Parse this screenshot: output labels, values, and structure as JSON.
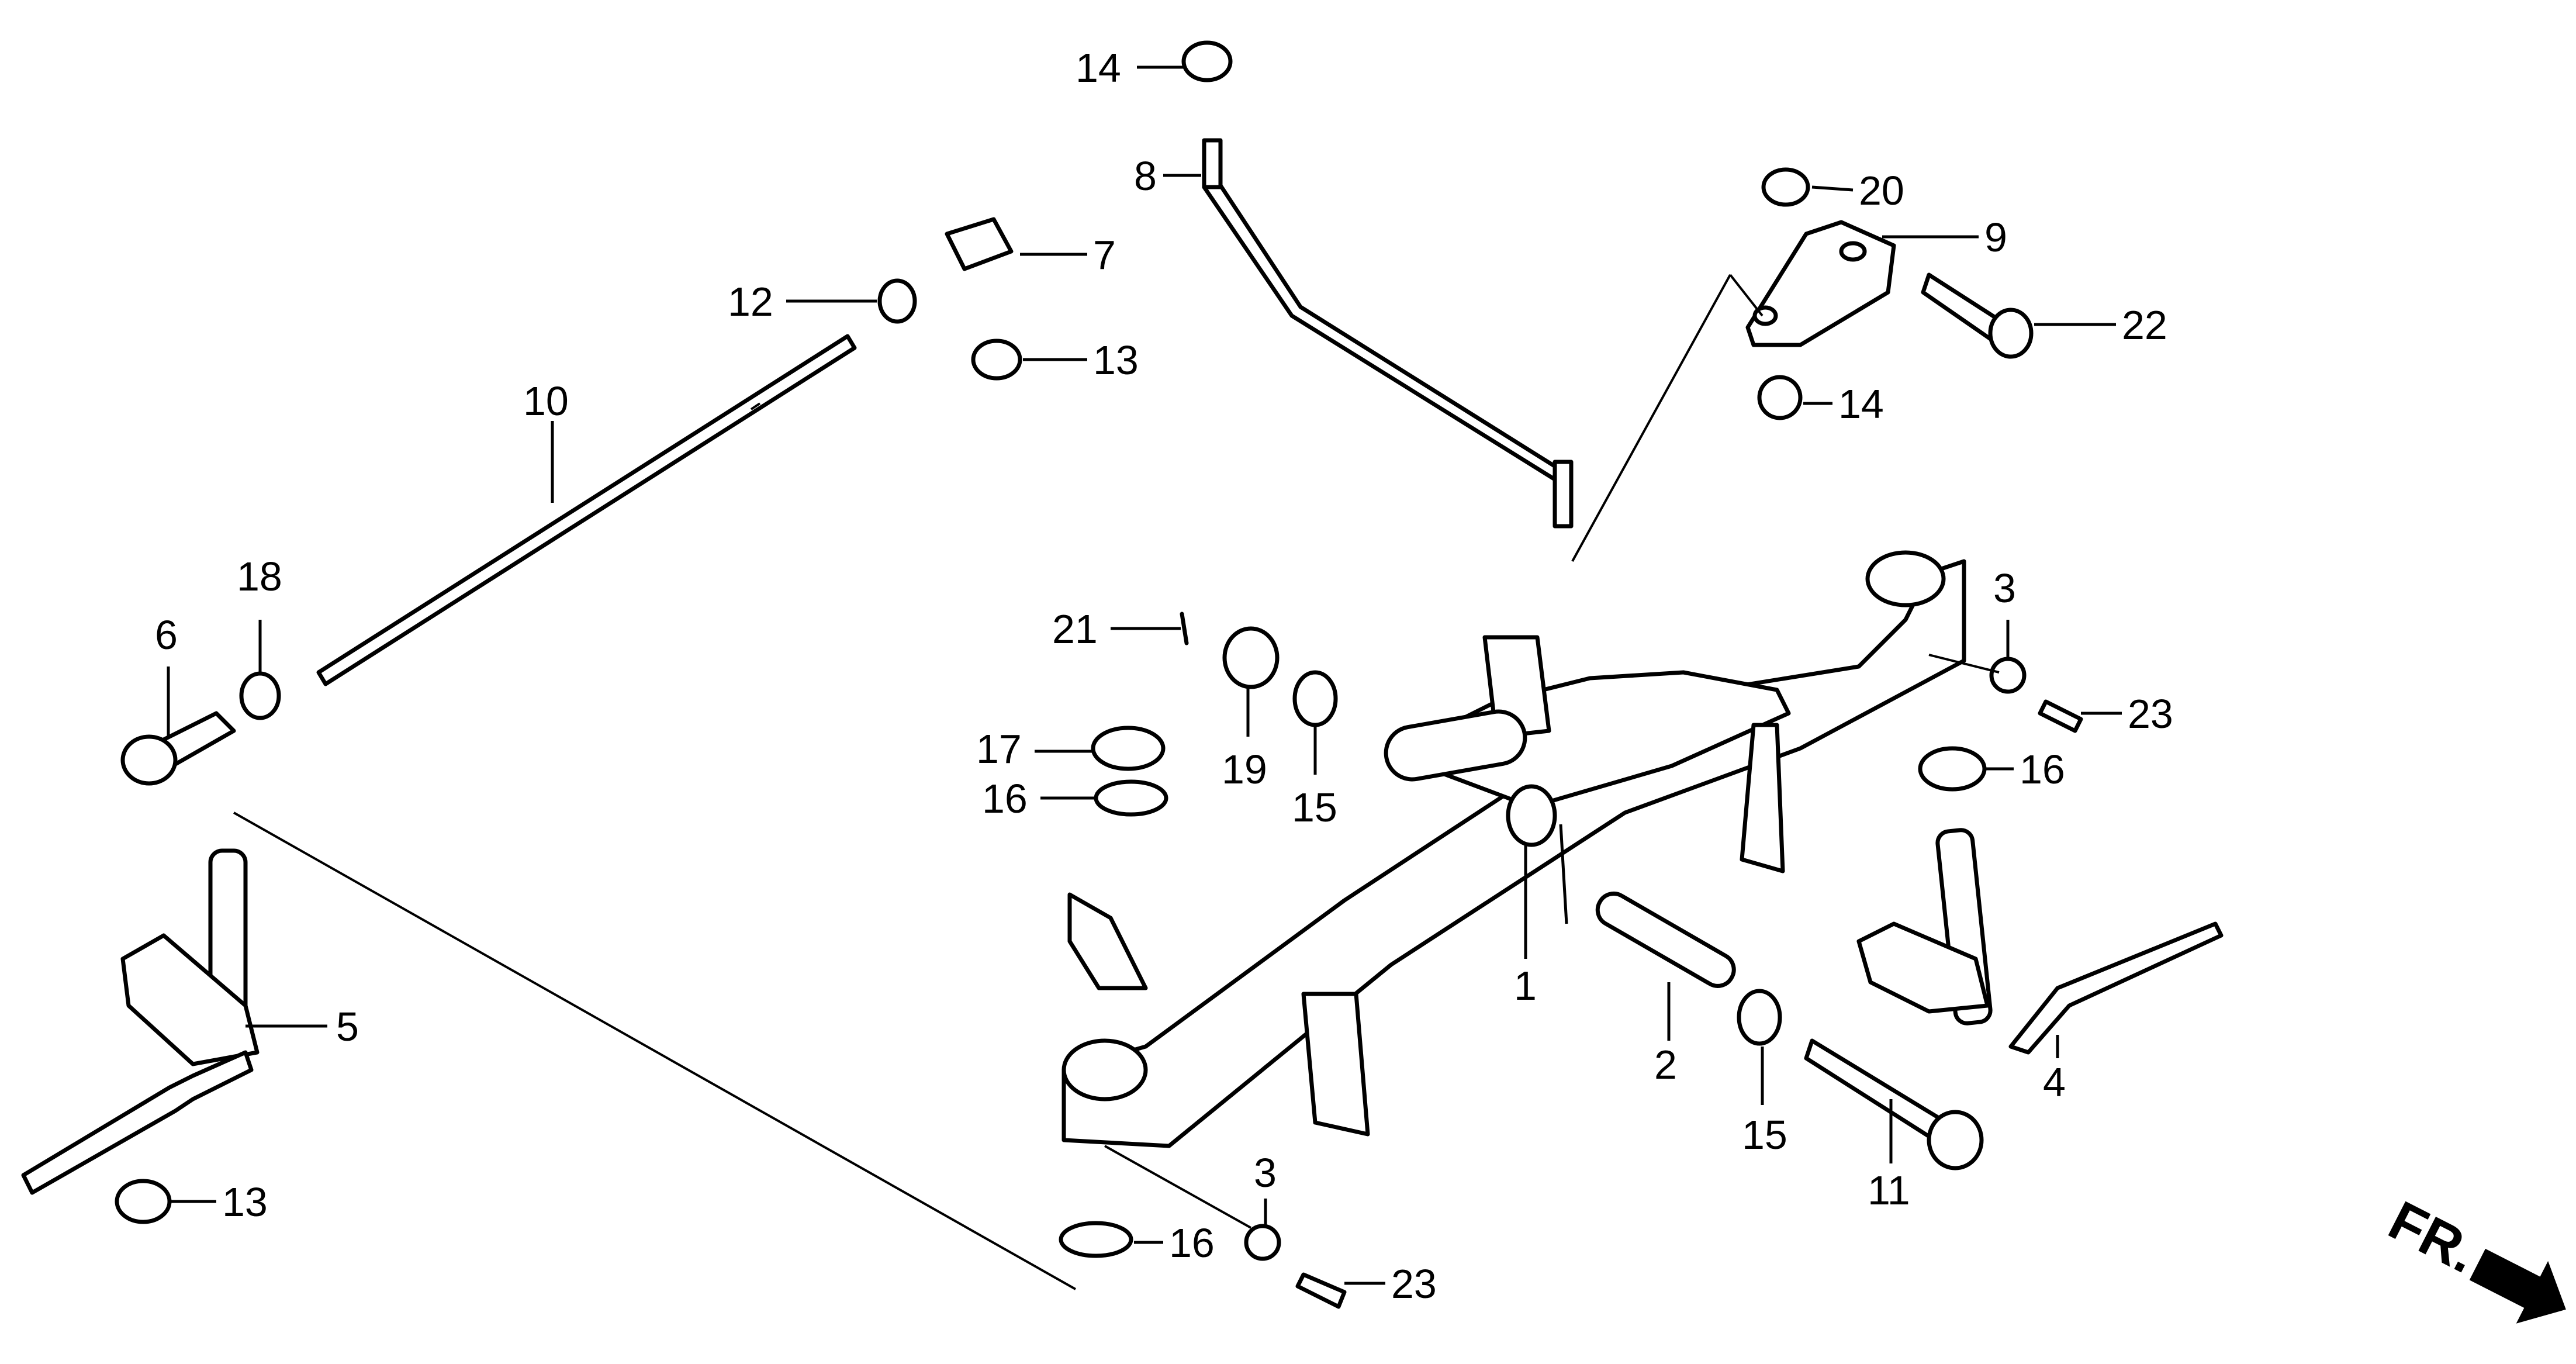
{
  "diagram": {
    "type": "exploded-parts-diagram",
    "subject": "front axle and steering linkage",
    "direction_indicator": {
      "text": "FR.",
      "icon": "arrow-right-down-icon"
    },
    "callouts": [
      {
        "id": "c14a",
        "label": "14",
        "part": "flange-nut"
      },
      {
        "id": "c8",
        "label": "8",
        "part": "steering-rod"
      },
      {
        "id": "c20",
        "label": "20",
        "part": "flange-nut"
      },
      {
        "id": "c9",
        "label": "9",
        "part": "steering-arm"
      },
      {
        "id": "c22",
        "label": "22",
        "part": "flange-bolt"
      },
      {
        "id": "c14b",
        "label": "14",
        "part": "flange-nut"
      },
      {
        "id": "c7",
        "label": "7",
        "part": "ball-joint"
      },
      {
        "id": "c12",
        "label": "12",
        "part": "hex-nut"
      },
      {
        "id": "c13a",
        "label": "13",
        "part": "flange-nut"
      },
      {
        "id": "c10",
        "label": "10",
        "part": "tie-rod"
      },
      {
        "id": "c18",
        "label": "18",
        "part": "hex-nut"
      },
      {
        "id": "c6",
        "label": "6",
        "part": "ball-joint"
      },
      {
        "id": "c21",
        "label": "21",
        "part": "cotter-pin"
      },
      {
        "id": "c19",
        "label": "19",
        "part": "castle-nut"
      },
      {
        "id": "c15a",
        "label": "15",
        "part": "washer"
      },
      {
        "id": "c17",
        "label": "17",
        "part": "lock-washer"
      },
      {
        "id": "c16a",
        "label": "16",
        "part": "washer"
      },
      {
        "id": "c3a",
        "label": "3",
        "part": "washer"
      },
      {
        "id": "c23a",
        "label": "23",
        "part": "grease-nipple"
      },
      {
        "id": "c16b",
        "label": "16",
        "part": "washer"
      },
      {
        "id": "c5",
        "label": "5",
        "part": "left-spindle"
      },
      {
        "id": "c1",
        "label": "1",
        "part": "front-axle"
      },
      {
        "id": "c2",
        "label": "2",
        "part": "pivot-collar"
      },
      {
        "id": "c15b",
        "label": "15",
        "part": "washer"
      },
      {
        "id": "c4",
        "label": "4",
        "part": "right-spindle"
      },
      {
        "id": "c11",
        "label": "11",
        "part": "pivot-bolt"
      },
      {
        "id": "c13b",
        "label": "13",
        "part": "flange-nut"
      },
      {
        "id": "c3b",
        "label": "3",
        "part": "washer"
      },
      {
        "id": "c16c",
        "label": "16",
        "part": "washer"
      },
      {
        "id": "c23b",
        "label": "23",
        "part": "grease-nipple"
      }
    ]
  }
}
